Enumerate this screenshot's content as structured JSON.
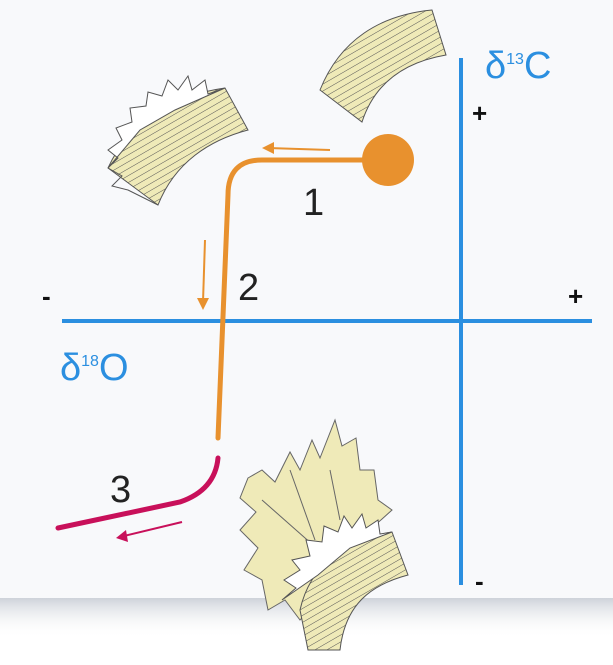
{
  "axes": {
    "y_label_base": "δ",
    "y_label_sup": "13",
    "y_label_el": "C",
    "x_label_base": "δ",
    "x_label_sup": "18",
    "x_label_el": "O",
    "y_plus": "+",
    "y_minus": "-",
    "x_plus": "+",
    "x_minus": "-"
  },
  "stages": [
    {
      "label": "1"
    },
    {
      "label": "2"
    },
    {
      "label": "3"
    }
  ],
  "colors": {
    "axis": "#2b8fe0",
    "path": "#e8912e",
    "path_end": "#c8105a",
    "shell_fill": "#efeab8",
    "shell_stroke": "#555555",
    "panel": "#f8f9fb"
  }
}
